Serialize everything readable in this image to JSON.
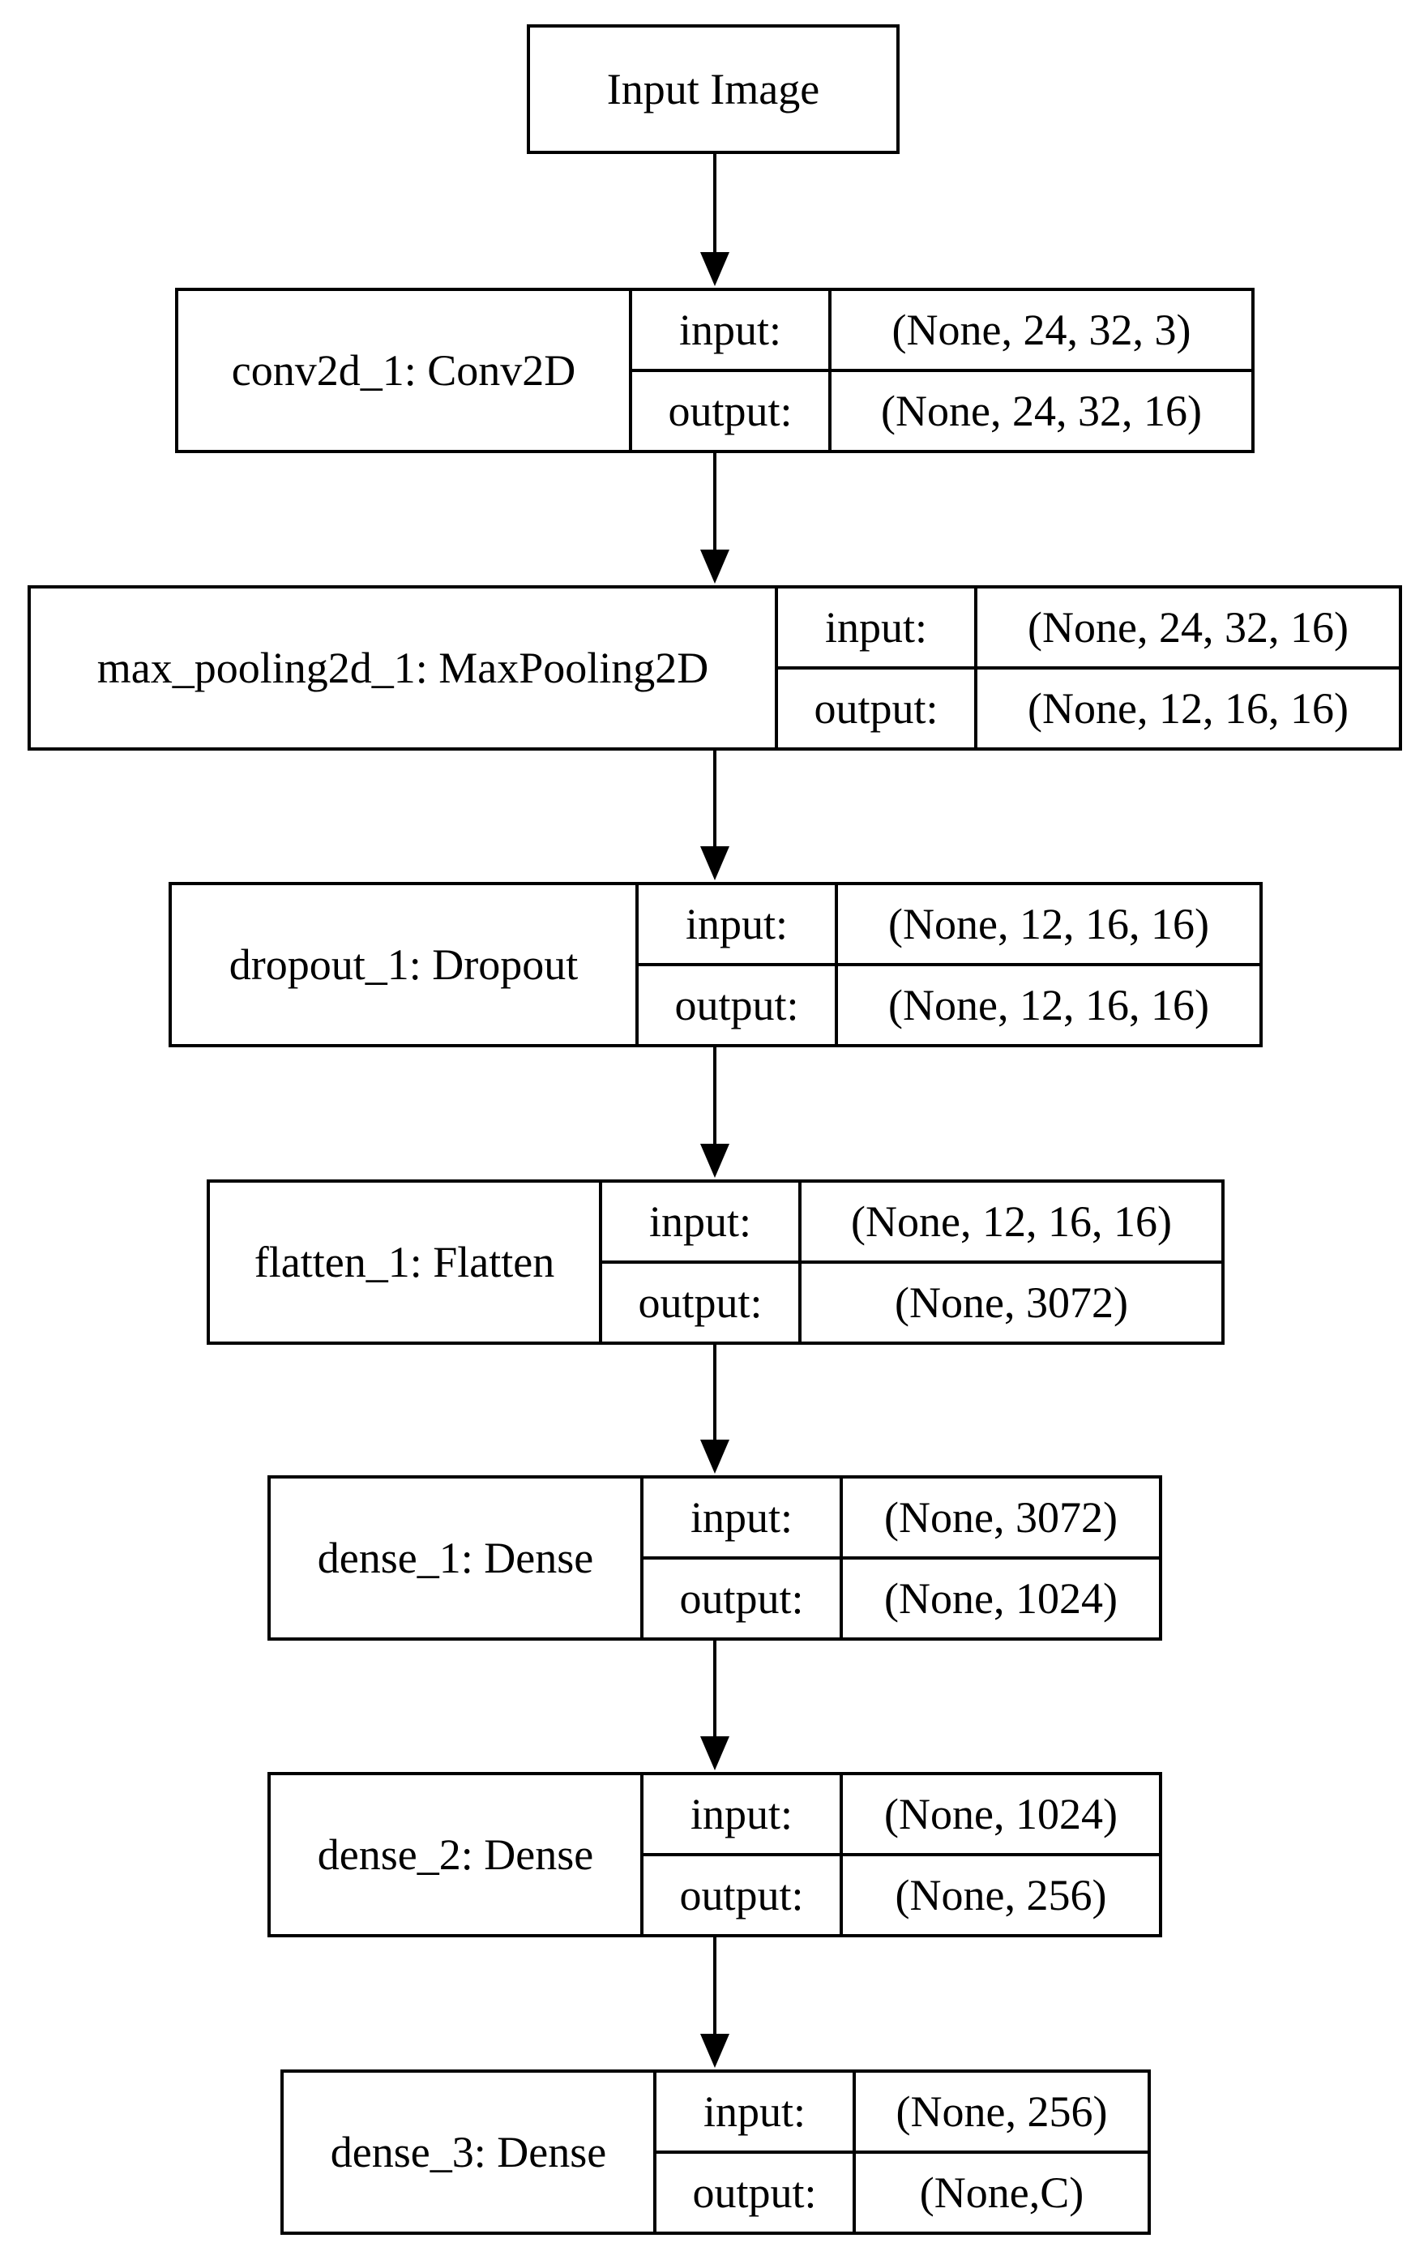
{
  "input_node": {
    "label": "Input Image"
  },
  "io_labels": {
    "input": "input:",
    "output": "output:"
  },
  "layers": [
    {
      "name": "conv2d_1: Conv2D",
      "input": "(None, 24, 32, 3)",
      "output": "(None, 24, 32, 16)"
    },
    {
      "name": "max_pooling2d_1: MaxPooling2D",
      "input": "(None, 24, 32, 16)",
      "output": "(None, 12, 16, 16)"
    },
    {
      "name": "dropout_1: Dropout",
      "input": "(None, 12, 16, 16)",
      "output": "(None, 12, 16, 16)"
    },
    {
      "name": "flatten_1: Flatten",
      "input": "(None, 12, 16, 16)",
      "output": "(None, 3072)"
    },
    {
      "name": "dense_1: Dense",
      "input": "(None, 3072)",
      "output": "(None, 1024)"
    },
    {
      "name": "dense_2: Dense",
      "input": "(None, 1024)",
      "output": "(None, 256)"
    },
    {
      "name": "dense_3: Dense",
      "input": "(None, 256)",
      "output": "(None,C)"
    }
  ]
}
